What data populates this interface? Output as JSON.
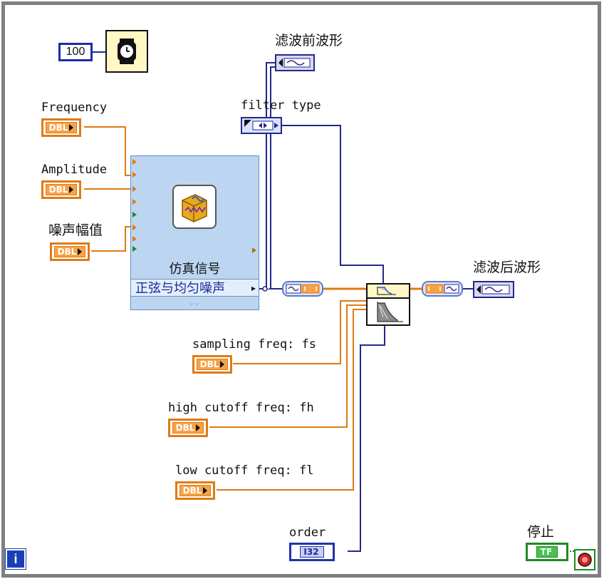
{
  "labels": {
    "freq": "Frequency",
    "amp": "Amplitude",
    "noise": "噪声幅值",
    "before": "滤波前波形",
    "filter_type": "filter type",
    "after": "滤波后波形",
    "fs": "sampling freq: fs",
    "fh": "high cutoff freq: fh",
    "fl": "low cutoff freq: fl",
    "order": "order",
    "stop": "停止"
  },
  "constants": {
    "wait_ms": "100"
  },
  "terminals": {
    "dbl": "DBL",
    "i32": "I32",
    "tf": "TF"
  },
  "express_vi": {
    "title": "仿真信号",
    "menu": "正弦与均匀噪声"
  },
  "icons": [
    "wait-timer-icon",
    "waveform-indicator-icon",
    "enum-control-icon",
    "filter-node-icon",
    "info-icon",
    "stop-button-icon"
  ],
  "colors": {
    "dbl": "#e07a13",
    "waveform": "#24298a",
    "i32": "#2233aa",
    "bool": "#1c8a22",
    "loop": "#7f7f7f"
  }
}
